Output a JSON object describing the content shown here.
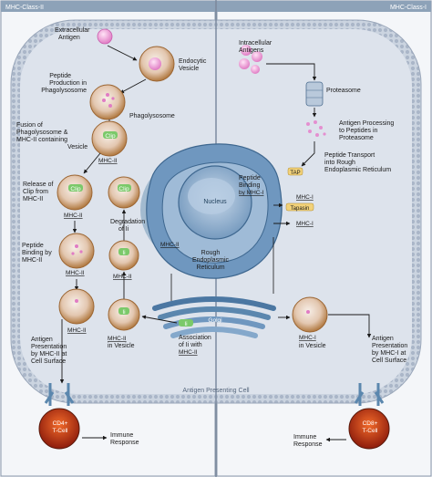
{
  "headers": {
    "left": "MHC-Class-II",
    "right": "MHC-Class-I"
  },
  "labels": {
    "extracellular_antigen": [
      "Extracellular",
      "Antigen"
    ],
    "endocytic_vesicle": [
      "Endocytic",
      "Vesicle"
    ],
    "peptide_production": [
      "Peptide",
      "Production in",
      "Phagolysosome"
    ],
    "phagolysosome": "Phagolysosome",
    "fusion": [
      "Fusion of",
      "Phagolysosome &",
      "MHC-II containing",
      "Vesicle"
    ],
    "release_clip": [
      "Release of",
      "Clip from",
      "MHC-II"
    ],
    "degradation": [
      "Degradation",
      "of Ii"
    ],
    "peptide_binding_ii": [
      "Peptide",
      "Binding by",
      "MHC-II"
    ],
    "association": [
      "Association",
      "of Ii with",
      "MHC-II"
    ],
    "antigen_presentation_ii": [
      "Antigen",
      "Presentation",
      "by MHC-II at",
      "Cell Surface"
    ],
    "mhc_ii_vesicle": [
      "MHC-II",
      "in Vesicle"
    ],
    "intracellular_antigens": [
      "Intracellular",
      "Antigens"
    ],
    "proteasome": "Proteasome",
    "antigen_processing": [
      "Antigen Processing",
      "to Peptides in",
      "Proteasome"
    ],
    "peptide_transport": [
      "Peptide Transport",
      "into Rough",
      "Endoplasmic Reticulum"
    ],
    "peptide_binding_i": [
      "Peptide",
      "Binding",
      "by MHC-I"
    ],
    "tap": "TAP",
    "tapasin": "Tapasin",
    "nucleus": "Nucleus",
    "rough_er": [
      "Rough",
      "Endoplasmic",
      "Reticulum"
    ],
    "golgi": "Golgi",
    "mhc_i_vesicle": [
      "MHC-I",
      "in Vesicle"
    ],
    "antigen_presentation_i": [
      "Antigen",
      "Presentation",
      "by MHC-I at",
      "Cell Surface"
    ],
    "antigen_presenting_cell": "Antigen Presenting Cell",
    "cd4": [
      "CD4+",
      "T-Cell"
    ],
    "cd8": [
      "CD8+",
      "T-Cell"
    ],
    "immune_response": [
      "Immune",
      "Response"
    ],
    "clip": "Clip",
    "ii": "Ii",
    "mhc_ii": "MHC-II",
    "mhc_i": "MHC-I"
  },
  "colors": {
    "cell_fill": "#dde3ec",
    "membrane": "#b7c2d2",
    "nucleus": "#7fa4c6",
    "er": "#5b87ae",
    "vesicle": "#d9b48f",
    "antigen": "#f1a6d8",
    "header_bg": "#8da2b8",
    "tcell": "#c33a1e",
    "accent_green": "#7bc96a",
    "tag_yellow": "#f2d27a"
  }
}
